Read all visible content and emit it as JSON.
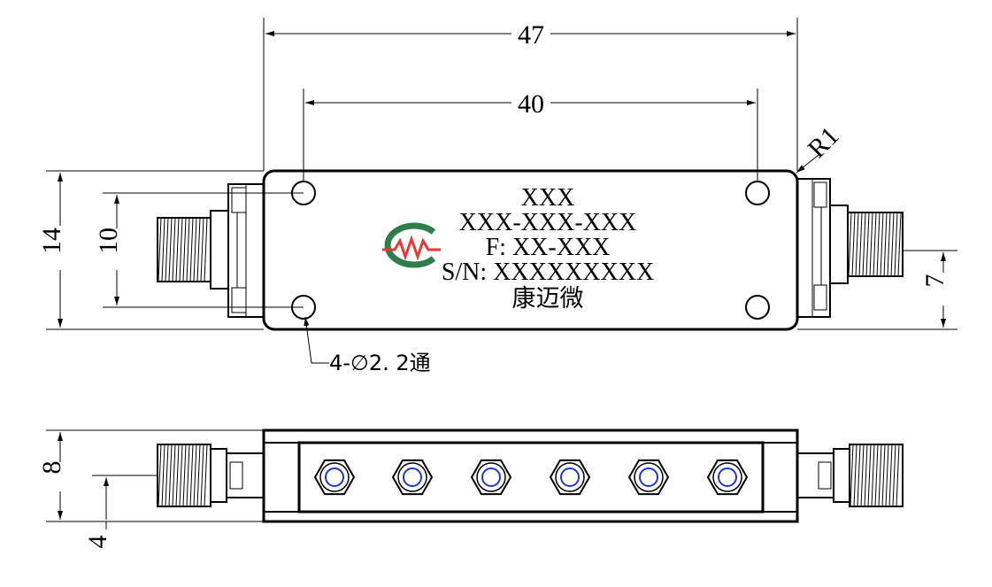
{
  "dimensions": {
    "overall_width": "47",
    "hole_spacing": "40",
    "corner_radius": "R1",
    "body_height": "14",
    "hole_vertical_spacing": "10",
    "connector_center_height": "7",
    "side_height": "8",
    "side_connector_height": "4",
    "hole_callout": "4-∅2. 2通"
  },
  "label": {
    "line1": "XXX",
    "line2": "XXX-XXX-XXX",
    "line3": "F: XX-XXX",
    "line4": "S/N: XXXXXXXXX",
    "brand": "康迈微"
  },
  "colors": {
    "logo_red": "#e53935",
    "logo_green": "#2e7d4a",
    "feedthrough_blue": "#2336c8",
    "line": "#000000"
  },
  "icons": {
    "logo": "kangmaiwei-logo-icon",
    "connector": "sma-connector-icon",
    "feedthrough": "hex-feedthrough-icon"
  }
}
